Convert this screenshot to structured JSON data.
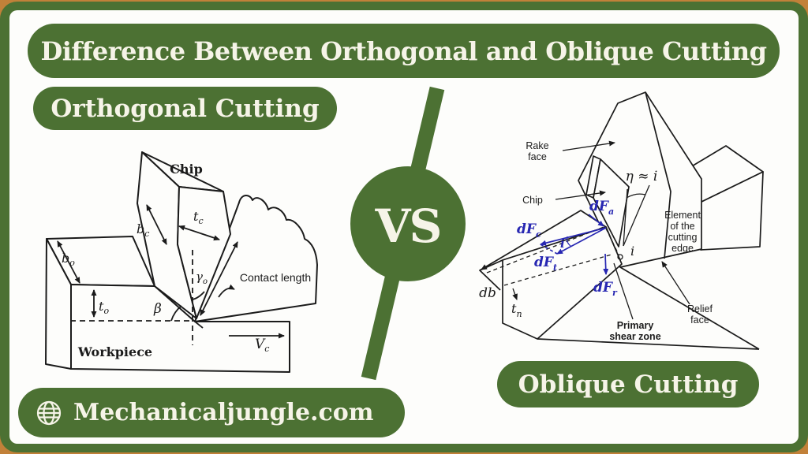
{
  "colors": {
    "background_border": "#c28139",
    "brand_green": "#4c7133",
    "panel_white": "#fdfdfb",
    "text_cream": "#f6f4e8",
    "line_black": "#1b1b1b",
    "force_blue": "#2727b2"
  },
  "header": {
    "title": "Difference Between Orthogonal and Oblique Cutting"
  },
  "left_panel": {
    "badge": "Orthogonal Cutting"
  },
  "vs": {
    "label": "VS"
  },
  "right_panel": {
    "badge": "Oblique Cutting"
  },
  "footer": {
    "site": "Mechanicaljungle.com",
    "icon": "globe-icon"
  },
  "orthogonal_diagram": {
    "labels": {
      "chip": "Chip",
      "workpiece": "Workpiece",
      "contact_length": "Contact length",
      "b_c": {
        "main": "b",
        "sub": "c"
      },
      "t_c": {
        "main": "t",
        "sub": "c"
      },
      "b_o": {
        "main": "b",
        "sub": "o"
      },
      "t_o": {
        "main": "t",
        "sub": "o"
      },
      "gamma_o": {
        "main": "γ",
        "sub": "o"
      },
      "beta": "β",
      "v_c": {
        "main": "V",
        "sub": "c"
      }
    }
  },
  "oblique_diagram": {
    "labels": {
      "rake_face": {
        "lines": [
          "Rake",
          "face"
        ]
      },
      "chip": "Chip",
      "eta": "η ≈ i",
      "element": {
        "lines": [
          "Element",
          "of the",
          "cutting",
          "edge"
        ]
      },
      "relief_face": {
        "lines": [
          "Relief",
          "face"
        ]
      },
      "primary_shear": {
        "lines": [
          "Primary",
          "shear zone"
        ]
      },
      "db": "db",
      "t_n": {
        "main": "t",
        "sub": "n"
      },
      "i_black": "i",
      "i_blue": "i",
      "dF_a": {
        "main": "dF",
        "sub": "a"
      },
      "dF_c": {
        "main": "dF",
        "sub": "c"
      },
      "dF_t": {
        "main": "dF",
        "sub": "t"
      },
      "dF_r": {
        "main": "dF",
        "sub": "r"
      }
    }
  }
}
